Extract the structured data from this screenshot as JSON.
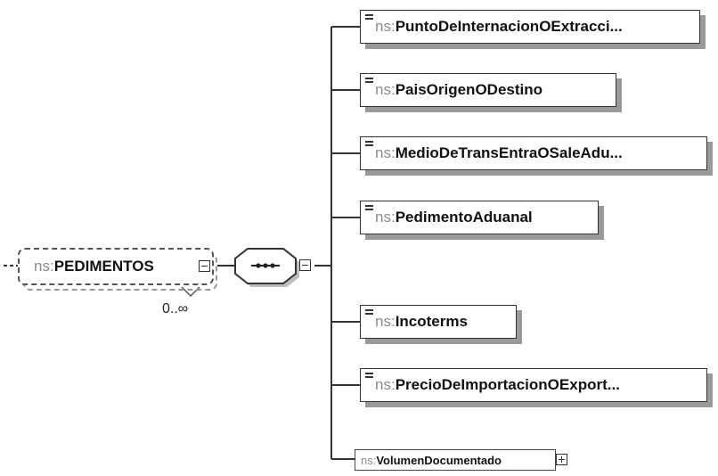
{
  "root": {
    "prefix": "ns:",
    "name": "PEDIMENTOS",
    "multiplicity": "0..∞"
  },
  "children": [
    {
      "prefix": "ns:",
      "name": "PuntoDeInternacionOExtracci..."
    },
    {
      "prefix": "ns:",
      "name": "PaisOrigenODestino"
    },
    {
      "prefix": "ns:",
      "name": "MedioDeTransEntraOSaleAdu..."
    },
    {
      "prefix": "ns:",
      "name": "PedimentoAduanal"
    },
    {
      "prefix": "ns:",
      "name": "Incoterms"
    },
    {
      "prefix": "ns:",
      "name": "PrecioDeImportacionOExport..."
    }
  ],
  "collapsed_child": {
    "prefix": "ns:",
    "name": "VolumenDocumentado"
  },
  "colors": {
    "line": "#333333",
    "shadow": "#9a9a9a",
    "prefix": "#8a8a8a"
  }
}
